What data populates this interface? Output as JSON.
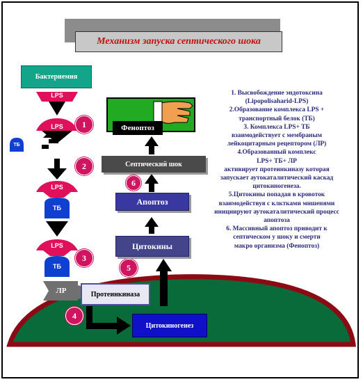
{
  "title": "Механизм запуска септического шока",
  "nodes": {
    "bacteremia": "Бактериемия",
    "lps_1": "LPS",
    "lps_2": "LPS",
    "tb_side": "ТБ",
    "lps_3": "LPS",
    "tb_1": "ТБ",
    "lps_4": "LPS",
    "tb_2": "ТБ",
    "lr": "ЛР",
    "proteinkinase": "Протеинкиназа",
    "cytokinogenesis": "Цитокиногенез",
    "cytokines": "Цитокины",
    "apoptosis": "Апоптоз",
    "septic_shock": "Септический шок",
    "phenoptosis": "Феноптоз"
  },
  "step_numbers": [
    "1",
    "2",
    "3",
    "4",
    "5",
    "6"
  ],
  "description_lines": [
    "1. Высвобождение эндотоксина",
    "(Lipopolisaharid-LPS)",
    "2.Образование комплекса LPS +",
    "транспортный белок (ТБ)",
    "3. Комплекса  LPS+ ТБ",
    "взаимодействует  с мембраным",
    "лейкоцитарным рецептором (ЛР)",
    "4.Образованный комплекс",
    "LPS+ ТБ+ ЛР",
    "активирует протеинкиназу которая",
    "запускает аутокаталитический каскад",
    "цитокиногенеза.",
    "5.Цитокины попадая в кровоток",
    "взаимодействуя с клктками мишенями",
    "инициируют аутокаталитический процесс",
    "апоптоза",
    "6. Массивный апоптоз приводит к",
    "септическом  у шоку и смерти",
    "макро организма (Феноптоз)"
  ],
  "colors": {
    "title_text": "#c01010",
    "lps": "#e0105a",
    "tb": "#1040d0",
    "step_circle": "#d01560",
    "cell_border": "#8b0a14",
    "cell_fill": "#0a6b3a",
    "info_text": "#2a2a7a"
  }
}
